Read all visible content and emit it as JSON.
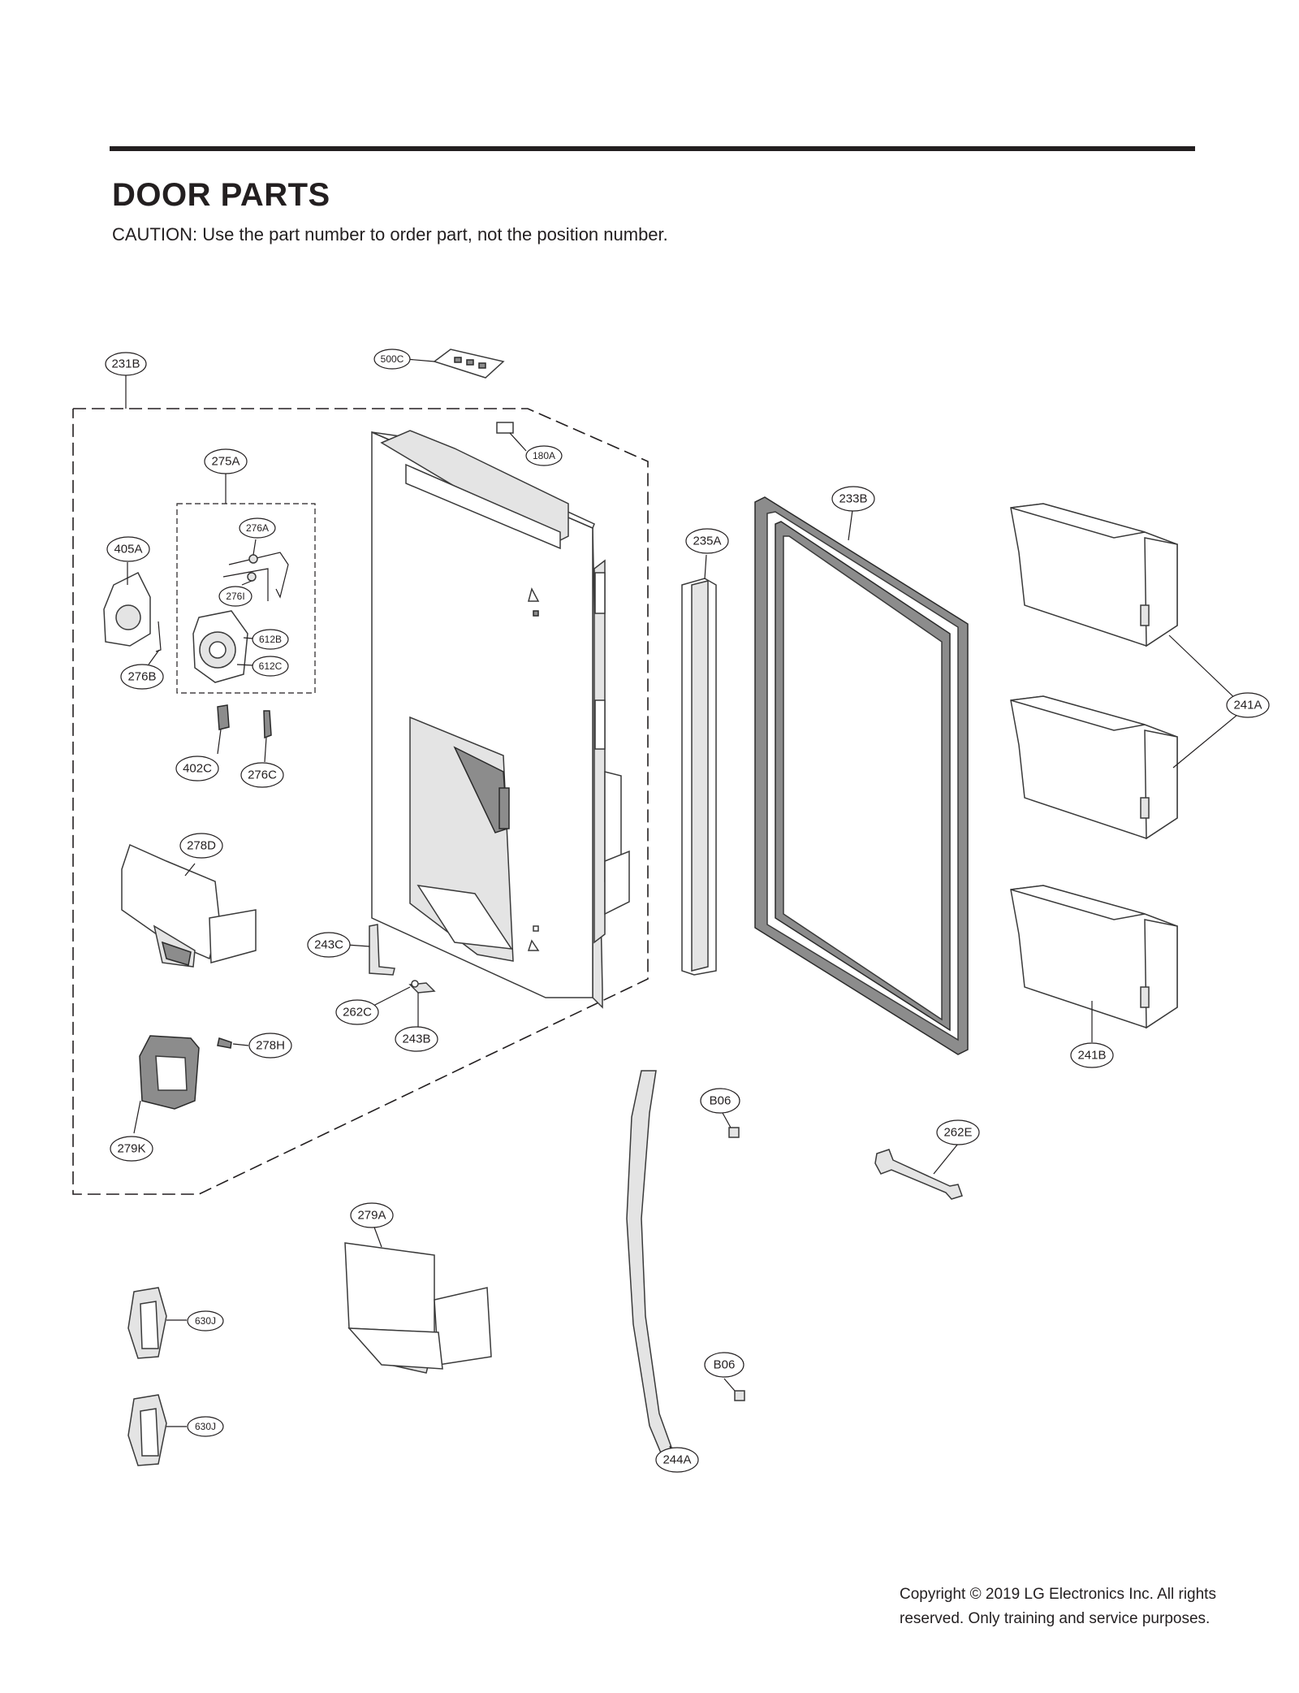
{
  "header": {
    "title": "DOOR PARTS",
    "caution": "CAUTION: Use the part number to order part, not the position number."
  },
  "footer": {
    "copyright_line1": "Copyright © 2019  LG Electronics Inc. All rights",
    "copyright_line2": "reserved. Only training and service purposes."
  },
  "labels": {
    "l231B": "231B",
    "l500C": "500C",
    "l180A": "180A",
    "l275A": "275A",
    "l276A": "276A",
    "l405A": "405A",
    "l276I": "276I",
    "l612B": "612B",
    "l612C": "612C",
    "l276B": "276B",
    "l402C": "402C",
    "l276C": "276C",
    "l278D": "278D",
    "l243C": "243C",
    "l262C": "262C",
    "l243B": "243B",
    "l278H": "278H",
    "l279K": "279K",
    "l235A": "235A",
    "l233B": "233B",
    "l241A": "241A",
    "l241B": "241B",
    "l262E": "262E",
    "l B06a": "B06",
    "lB06a": "B06",
    "lB06b": "B06",
    "l279A": "279A",
    "l630Ja": "630J",
    "l630Jb": "630J",
    "l244A": "244A"
  }
}
